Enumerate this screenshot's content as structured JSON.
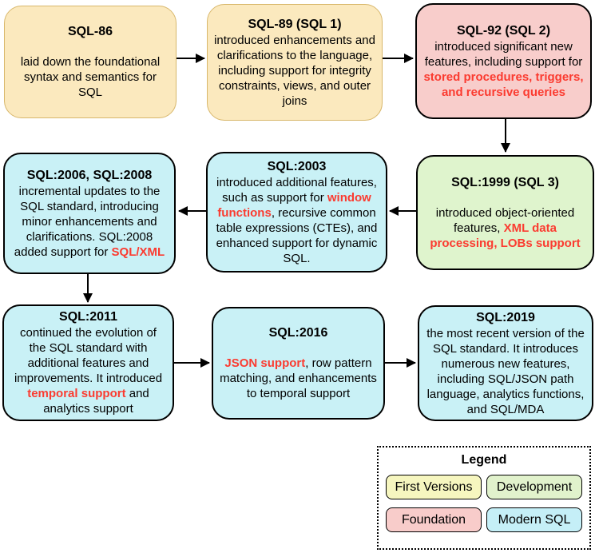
{
  "diagram": {
    "colors": {
      "first_versions": "#FBE9BE",
      "first_versions_border": "#D8B76B",
      "foundation": "#F8CDCB",
      "development": "#DFF4CD",
      "modern_sql": "#C9F1F6",
      "highlight_text": "#FB3B30",
      "legend_first_versions": "#F6F6BF",
      "legend_development": "#E1F2CC",
      "legend_foundation": "#F8CCCA",
      "legend_modern_sql": "#C5EFF7"
    },
    "boxes": [
      {
        "title": "SQL-86",
        "body": [
          {
            "t": "laid down the foundational syntax and semantics for SQL"
          }
        ]
      },
      {
        "title": "SQL-89 (SQL 1)",
        "body": [
          {
            "t": "introduced enhancements and clarifications to the language, including support for integrity constraints, views, and outer joins"
          }
        ]
      },
      {
        "title": "SQL-92 (SQL 2)",
        "body": [
          {
            "t": "introduced significant new features, including support for "
          },
          {
            "t": "stored procedures, triggers, and recursive queries",
            "red": true
          }
        ]
      },
      {
        "title": "SQL:1999 (SQL 3)",
        "body": [
          {
            "t": "introduced object-oriented features, "
          },
          {
            "t": "XML data processing, LOBs support",
            "red": true
          }
        ]
      },
      {
        "title": "SQL:2003",
        "body": [
          {
            "t": "introduced additional features, such as support for "
          },
          {
            "t": "window functions",
            "red": true
          },
          {
            "t": ", recursive common table expressions (CTEs), and enhanced support for dynamic SQL."
          }
        ]
      },
      {
        "title": "SQL:2006, SQL:2008",
        "body": [
          {
            "t": "incremental updates to the SQL standard, introducing minor enhancements and clarifications. SQL:2008 added support for "
          },
          {
            "t": "SQL/XML",
            "red": true
          }
        ]
      },
      {
        "title": "SQL:2011",
        "body": [
          {
            "t": "continued the evolution of the SQL standard with additional features and improvements. It introduced "
          },
          {
            "t": "temporal support",
            "red": true
          },
          {
            "t": " and analytics support"
          }
        ]
      },
      {
        "title": "SQL:2016",
        "body": [
          {
            "t": "JSON support",
            "red": true
          },
          {
            "t": ", row pattern matching, and enhancements to temporal support"
          }
        ]
      },
      {
        "title": "SQL:2019",
        "body": [
          {
            "t": "the most recent version of the SQL standard. It introduces numerous new features, including SQL/JSON path language, analytics functions, and SQL/MDA"
          }
        ]
      }
    ],
    "legend": {
      "title": "Legend",
      "items": [
        {
          "label": "First Versions"
        },
        {
          "label": "Development"
        },
        {
          "label": "Foundation"
        },
        {
          "label": "Modern SQL"
        }
      ]
    }
  }
}
